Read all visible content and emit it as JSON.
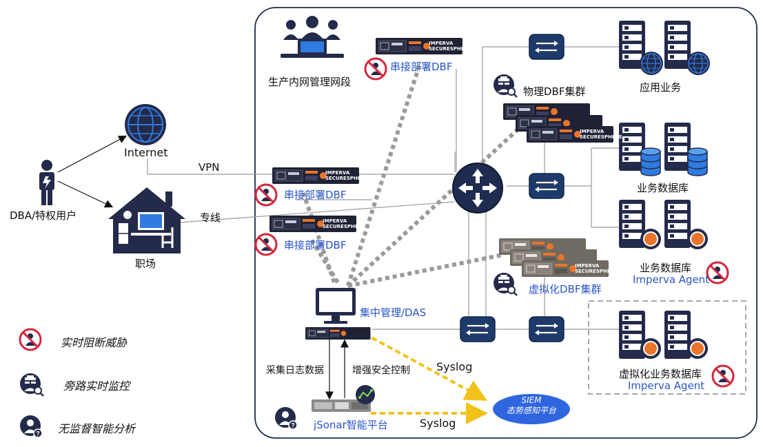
{
  "users": {
    "label": "DBA/特权用户"
  },
  "internet": {
    "label": "Internet"
  },
  "workplace": {
    "label": "职场"
  },
  "links": {
    "vpn": "VPN",
    "dedicated": "专线",
    "collect_logs": "采集日志数据",
    "enhance_control": "增强安全控制",
    "syslog": "Syslog"
  },
  "prod_segment": {
    "label": "生产内网管理网段"
  },
  "dbf_inline": {
    "label": "串接部署DBF"
  },
  "physical_cluster": {
    "label": "物理DBF集群"
  },
  "virtual_cluster": {
    "label": "虚拟化DBF集群"
  },
  "app_business": {
    "label": "应用业务"
  },
  "biz_db1": {
    "label": "业务数据库"
  },
  "biz_db2": {
    "label": "业务数据库",
    "agent": "Imperva Agent"
  },
  "virt_db": {
    "label": "虚拟化业务数据库",
    "agent": "Imperva Agent"
  },
  "central_mgmt": {
    "label": "集中管理/DAS"
  },
  "jsonar": {
    "label": "jSonar智能平台"
  },
  "siem": {
    "line1": "SIEM",
    "line2": "态势感知平台"
  },
  "appliance": {
    "brand1": "IMPERVA",
    "brand2": "SECURESPHERE"
  },
  "legend": [
    {
      "label": "实时阻断威胁",
      "icon": "block-user-icon"
    },
    {
      "label": "旁路实时监控",
      "icon": "spy-monitor-icon"
    },
    {
      "label": "无监督智能分析",
      "icon": "user-analysis-icon"
    }
  ],
  "colors": {
    "navy": "#1f2a4a",
    "blue_text": "#2a55c9",
    "orange": "#e8752b",
    "red": "#d3263a",
    "yellow": "#f2c21a",
    "siem_blue": "#2f66e0"
  }
}
